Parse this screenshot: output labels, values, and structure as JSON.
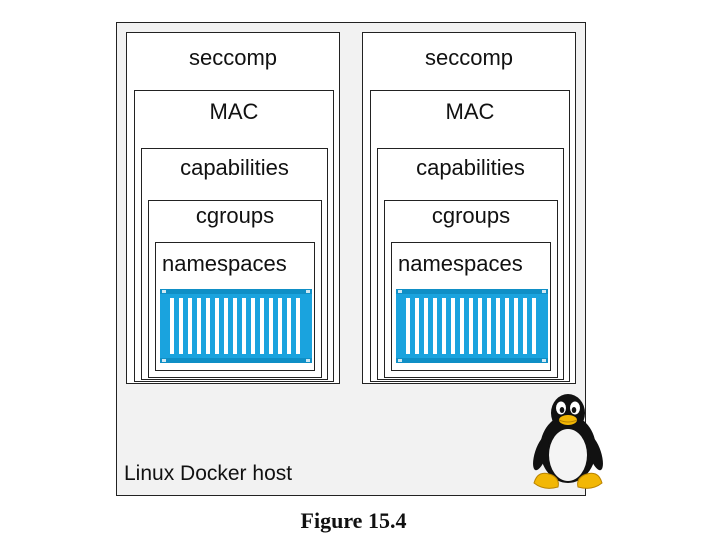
{
  "layers": {
    "seccomp": "seccomp",
    "mac": "MAC",
    "capabilities": "capabilities",
    "cgroups": "cgroups",
    "namespaces": "namespaces"
  },
  "host": {
    "label": "Linux Docker host"
  },
  "caption": "Figure 15.4",
  "icons": {
    "container": "shipping-container-icon",
    "penguin": "linux-tux-icon"
  },
  "colors": {
    "container_fill": "#1aa3de",
    "container_stripe": "#ffffff",
    "host_bg": "#f2f2f2",
    "border": "#222222"
  }
}
